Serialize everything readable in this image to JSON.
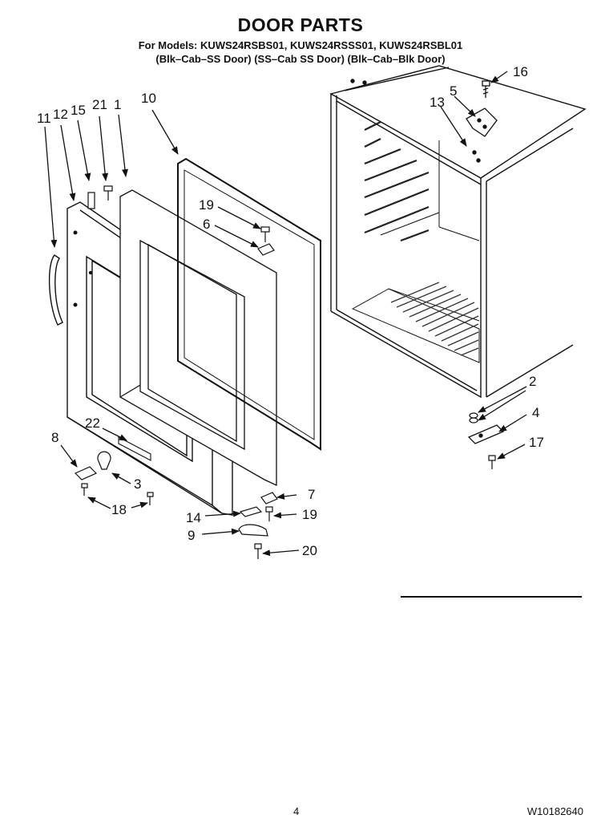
{
  "header": {
    "title": "DOOR PARTS",
    "models_line": "For Models: KUWS24RSBS01, KUWS24RSSS01, KUWS24RSBL01",
    "variants_line": "(Blk–Cab–SS Door)  (SS–Cab SS Door) (Blk–Cab–Blk Door)"
  },
  "callouts": [
    "11",
    "12",
    "15",
    "21",
    "1",
    "10",
    "19",
    "6",
    "16",
    "5",
    "13",
    "2",
    "4",
    "17",
    "22",
    "8",
    "3",
    "18",
    "7",
    "14",
    "19",
    "9",
    "20"
  ],
  "footer": {
    "page_number": "4",
    "document_id": "W10182640"
  }
}
